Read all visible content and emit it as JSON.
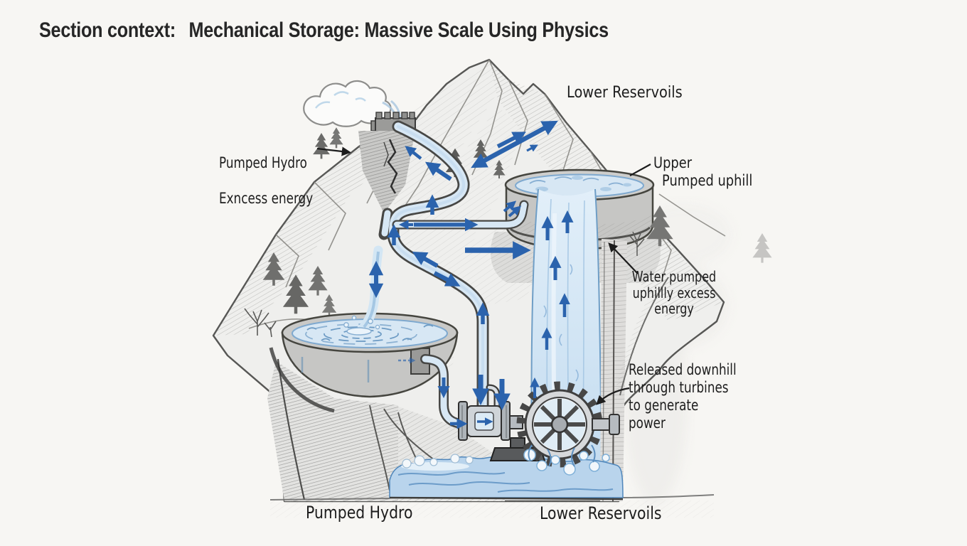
{
  "title": {
    "prefix": "Section context:",
    "text": "Mechanical Storage: Massive Scale Using Physics"
  },
  "labels": {
    "upper_reservoir_top": "Lower Reservoils",
    "pumped_hydro_callout": "Pumped Hydro",
    "excess_energy_callout": "Exncess energy",
    "upper_callout": "Upper",
    "pumped_uphill_callout": "Pumped uphill",
    "water_pumped_callout": "Water pumped\nuphillly excess\nenergy",
    "released_callout": "Released downhill\nthrough turbines\nto generate\npower",
    "bottom_left_caption": "Pumped Hydro",
    "bottom_right_caption": "Lower Reservoils"
  },
  "colors": {
    "arrow_blue": "#2b63ad",
    "water_light": "#d7e7f4",
    "water_mid": "#bcd7ec",
    "pool_blue": "#b9d4ec",
    "pencil_dark": "#3f3f3f",
    "pencil_mid": "#70706e",
    "paper": "#f7f6f3"
  }
}
